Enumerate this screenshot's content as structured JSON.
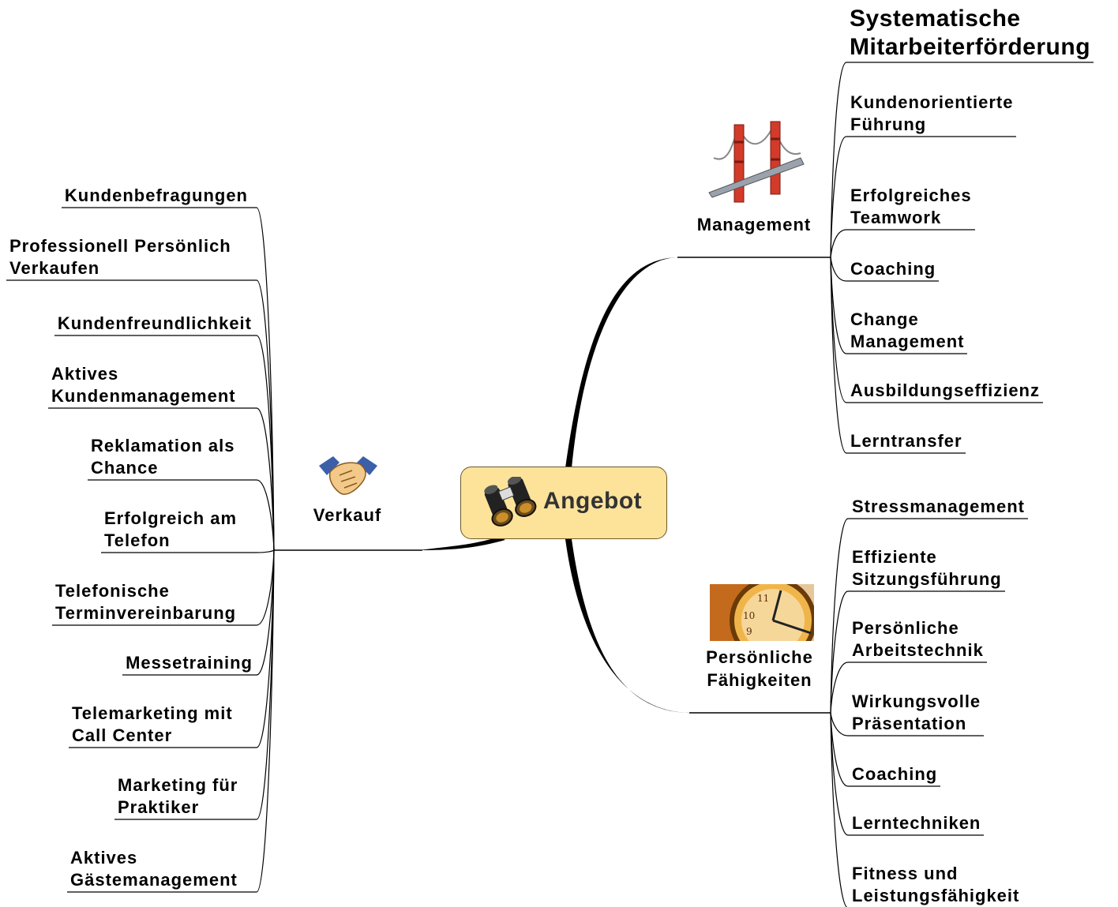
{
  "center": {
    "label": "Angebot",
    "icon": "binoculars-icon"
  },
  "branches": {
    "verkauf": {
      "label": "Verkauf",
      "icon": "handshake-icon",
      "items": [
        "Kundenbefragungen",
        "Professionell Persönlich\nVerkaufen",
        "Kundenfreundlichkeit",
        "Aktives\nKundenmanagement",
        "Reklamation als\nChance",
        "Erfolgreich am\nTelefon",
        "Telefonische\nTerminvereinbarung",
        "Messetraining",
        "Telemarketing mit\nCall Center",
        "Marketing für\nPraktiker",
        "Aktives\nGästemanagement"
      ]
    },
    "management": {
      "label": "Management",
      "icon": "bridge-icon",
      "items": [
        "Systematische\nMitarbeiterförderung",
        "Kundenorientierte\nFührung",
        "Erfolgreiches\nTeamwork",
        "Coaching",
        "Change\nManagement",
        "Ausbildungseffizienz",
        "Lerntransfer"
      ]
    },
    "faehigkeiten": {
      "label": "Persönliche\nFähigkeiten",
      "icon": "clock-icon",
      "items": [
        "Stressmanagement",
        "Effiziente\nSitzungsführung",
        "Persönliche\nArbeitstechnik",
        "Wirkungsvolle\nPräsentation",
        "Coaching",
        "Lerntechniken",
        "Fitness und\nLeistungsfähigkeit"
      ]
    }
  }
}
